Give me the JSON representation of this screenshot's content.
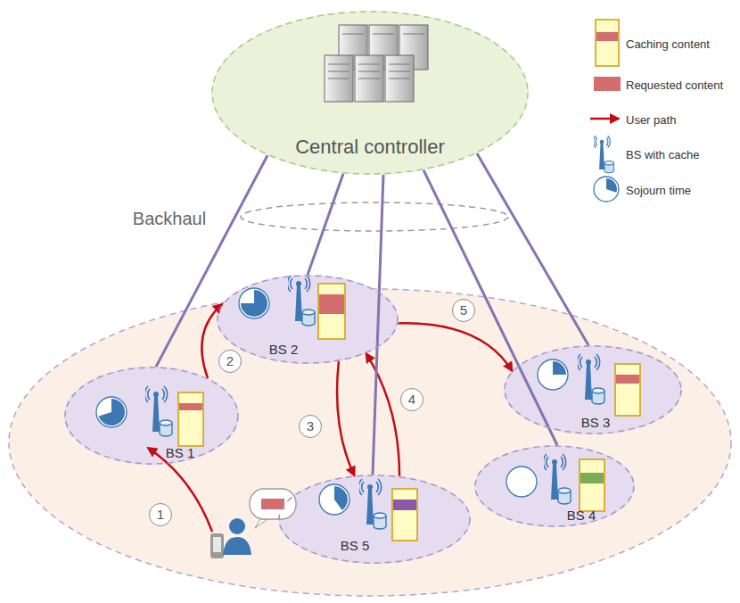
{
  "diagram": {
    "nodes": [
      {
        "text": [
          "Central controller"
        ]
      },
      {
        "text": [
          "BS 1"
        ]
      },
      {
        "text": [
          "BS 2"
        ]
      },
      {
        "text": [
          "BS 3"
        ]
      },
      {
        "text": [
          "BS 4"
        ]
      },
      {
        "text": [
          "BS 5"
        ]
      }
    ],
    "edges": [
      {
        "from": 1,
        "to": 2,
        "arrow": "to"
      },
      {
        "from": 2,
        "to": 5,
        "arrow": "to"
      },
      {
        "from": 5,
        "to": 2,
        "arrow": "to"
      },
      {
        "from": 2,
        "to": 3,
        "arrow": "to"
      },
      {
        "from": 0,
        "to": 1,
        "arrow": "none"
      },
      {
        "from": 0,
        "to": 2,
        "arrow": "none"
      },
      {
        "from": 0,
        "to": 5,
        "arrow": "none"
      },
      {
        "from": 0,
        "to": 4,
        "arrow": "none"
      },
      {
        "from": 0,
        "to": 3,
        "arrow": "none"
      }
    ],
    "labels": [
      "Backhaul",
      "1",
      "2",
      "3",
      "4",
      "5"
    ],
    "legend": [
      {
        "text": "Caching content"
      },
      {
        "text": "Requested content",
        "color": "#d26e6e"
      },
      {
        "text": "User path"
      },
      {
        "text": "BS with cache"
      },
      {
        "text": "Sojourn time"
      }
    ]
  }
}
